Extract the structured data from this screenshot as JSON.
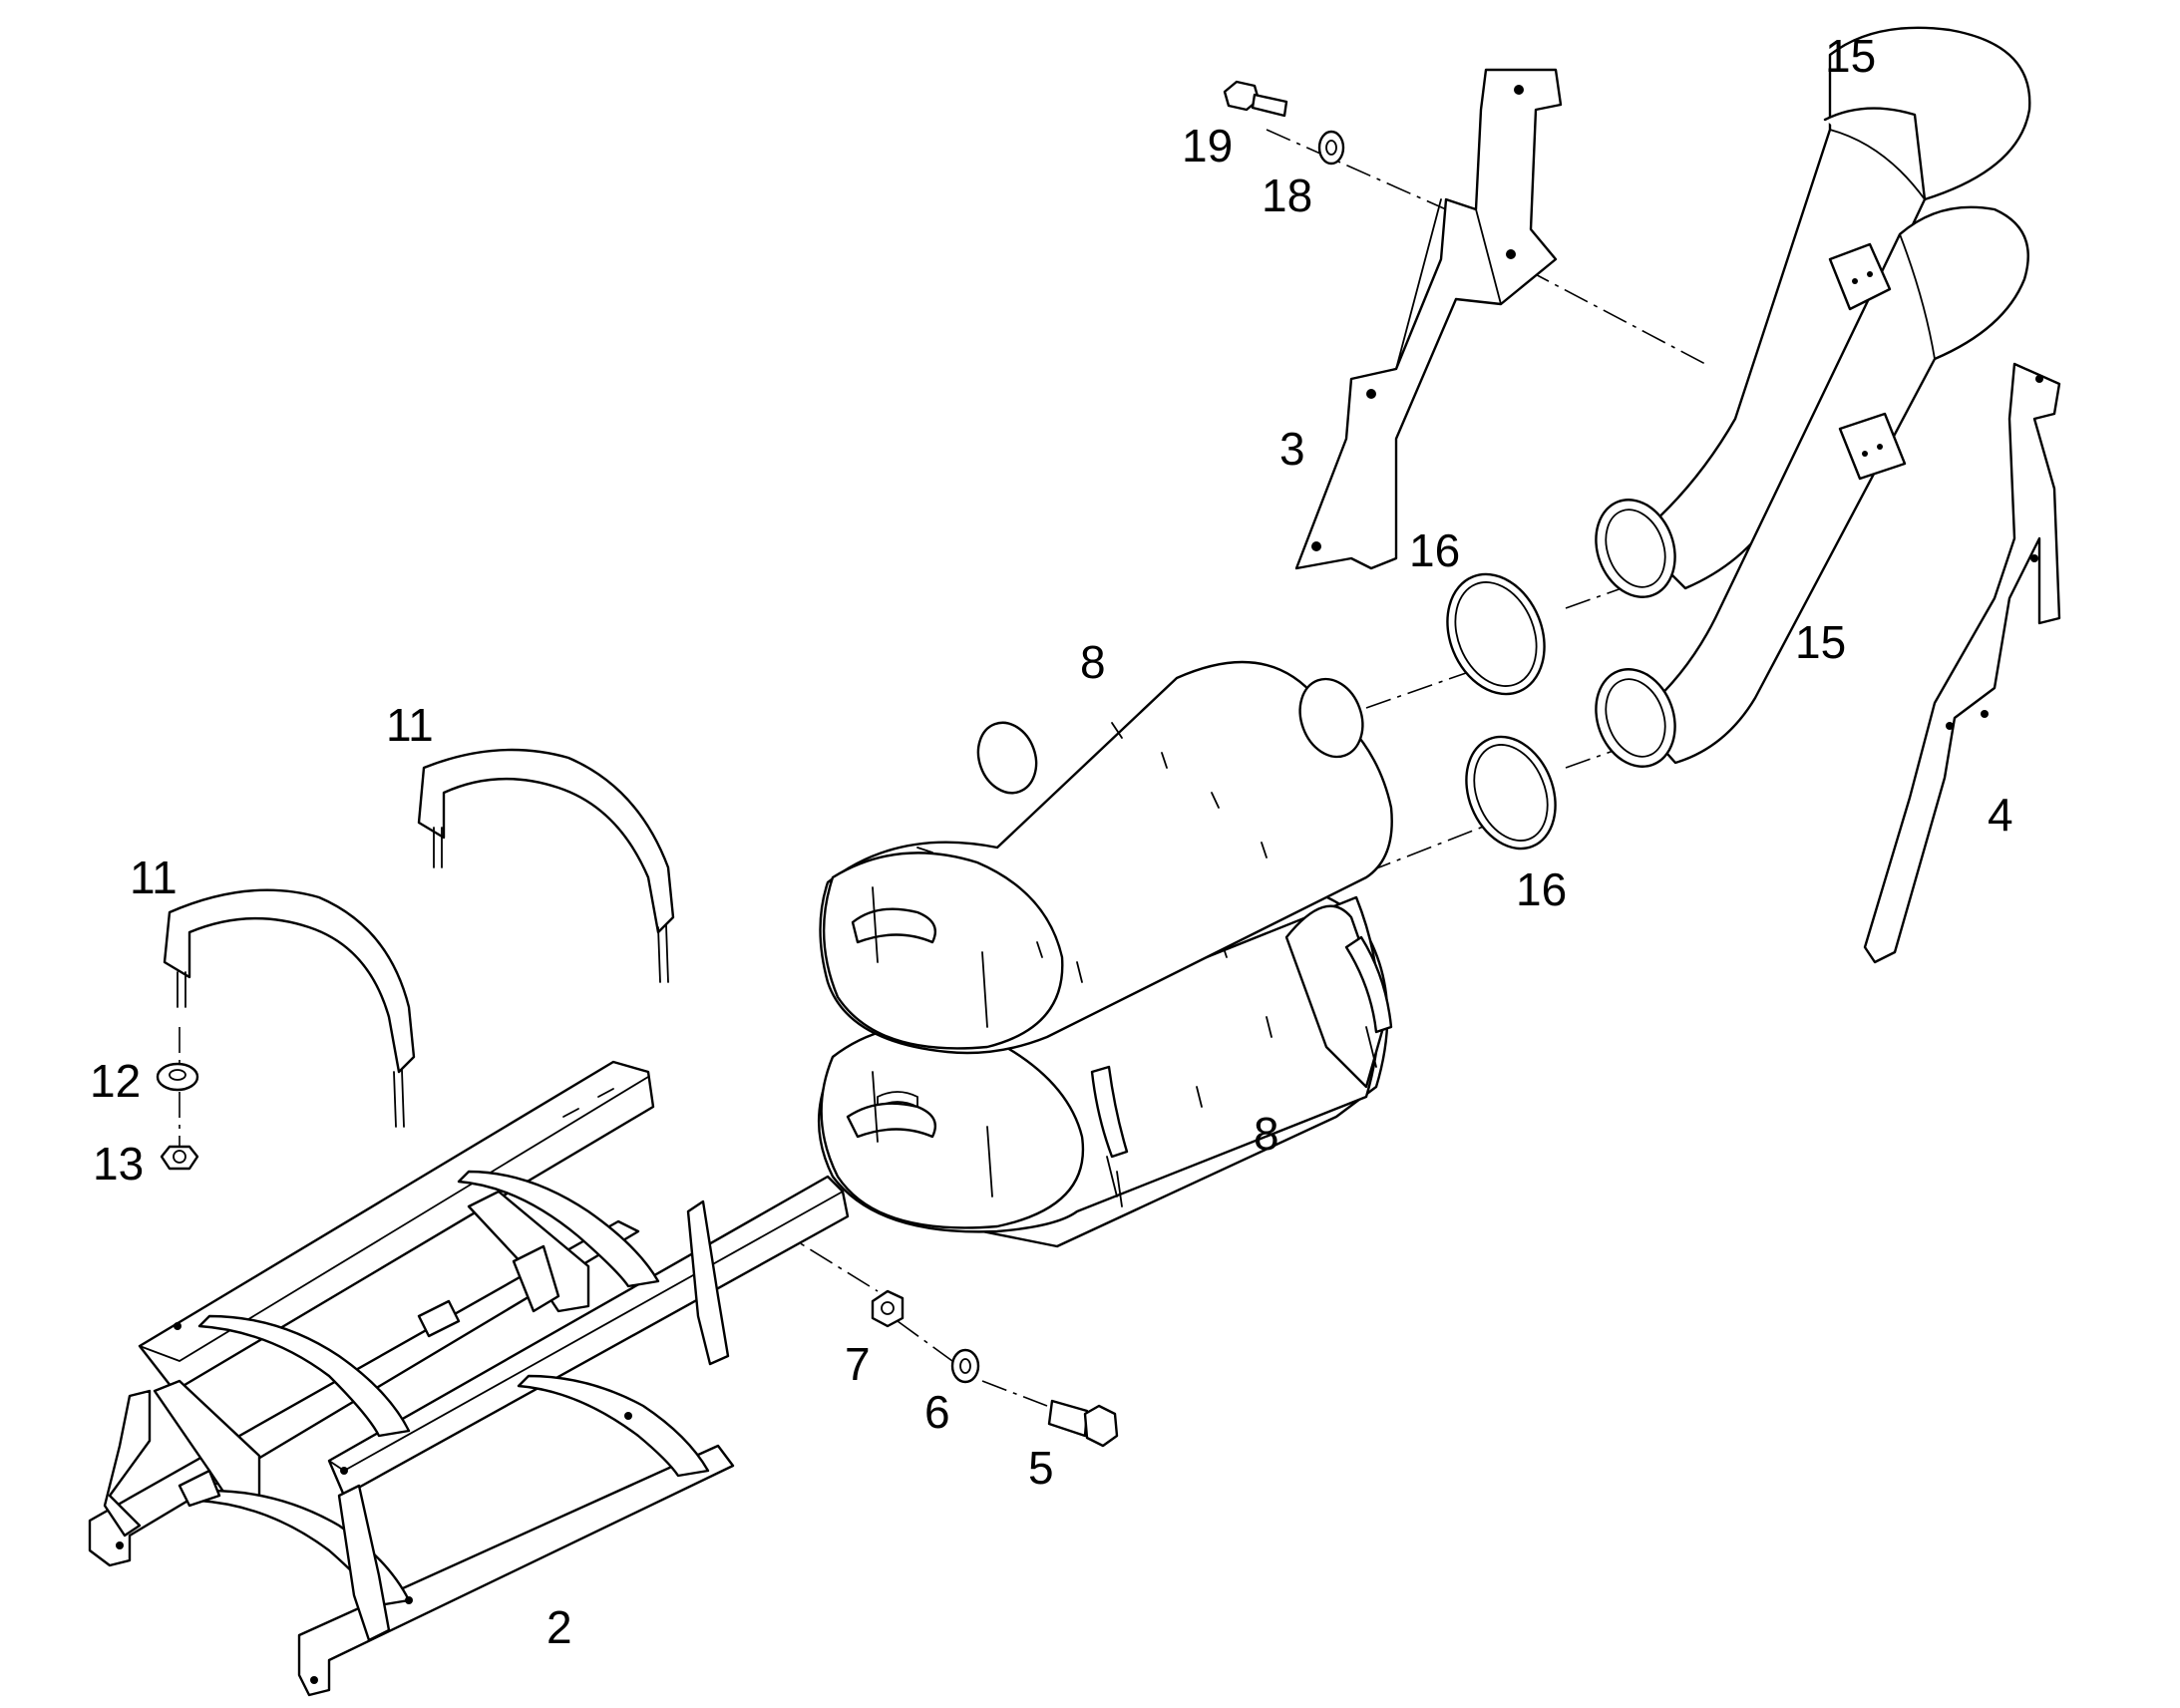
{
  "callouts": [
    {
      "id": "c2",
      "text": "2"
    },
    {
      "id": "c3",
      "text": "3"
    },
    {
      "id": "c4",
      "text": "4"
    },
    {
      "id": "c5",
      "text": "5"
    },
    {
      "id": "c6",
      "text": "6"
    },
    {
      "id": "c7",
      "text": "7"
    },
    {
      "id": "c8a",
      "text": "8"
    },
    {
      "id": "c8b",
      "text": "8"
    },
    {
      "id": "c11a",
      "text": "11"
    },
    {
      "id": "c11b",
      "text": "11"
    },
    {
      "id": "c12",
      "text": "12"
    },
    {
      "id": "c13",
      "text": "13"
    },
    {
      "id": "c15a",
      "text": "15"
    },
    {
      "id": "c15b",
      "text": "15"
    },
    {
      "id": "c16a",
      "text": "16"
    },
    {
      "id": "c16b",
      "text": "16"
    },
    {
      "id": "c18",
      "text": "18"
    },
    {
      "id": "c19",
      "text": "19"
    }
  ],
  "colors": {
    "line": "#000000",
    "background": "#ffffff"
  }
}
